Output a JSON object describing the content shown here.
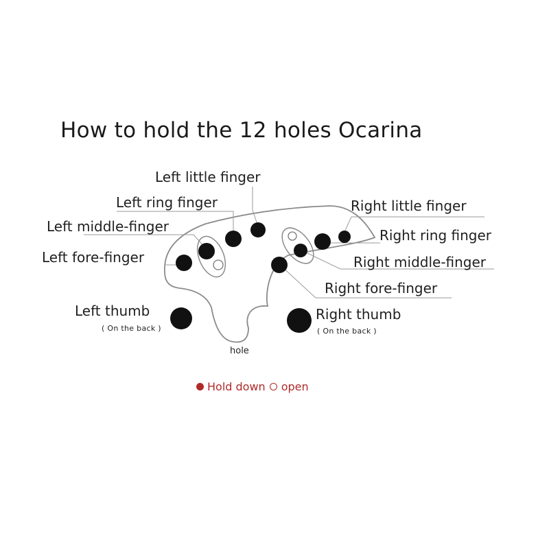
{
  "title": "How to hold the 12 holes Ocarina",
  "labels": {
    "left_little": "Left little finger",
    "left_ring": "Left ring finger",
    "left_middle": "Left middle-finger",
    "left_fore": "Left fore-finger",
    "left_thumb": "Left thumb",
    "left_thumb_note": "( On the back )",
    "right_little": "Right little finger",
    "right_ring": "Right ring finger",
    "right_middle": "Right middle-finger",
    "right_fore": "Right fore-finger",
    "right_thumb": "Right thumb",
    "right_thumb_note": "( On the back )",
    "hole": "hole"
  },
  "legend": {
    "hold_down": "Hold down",
    "open": "open"
  },
  "colors": {
    "hole_fill": "#111111",
    "outline": "#8a8a8a",
    "leader": "#9a9a9a",
    "legend": "#b02a2a"
  }
}
